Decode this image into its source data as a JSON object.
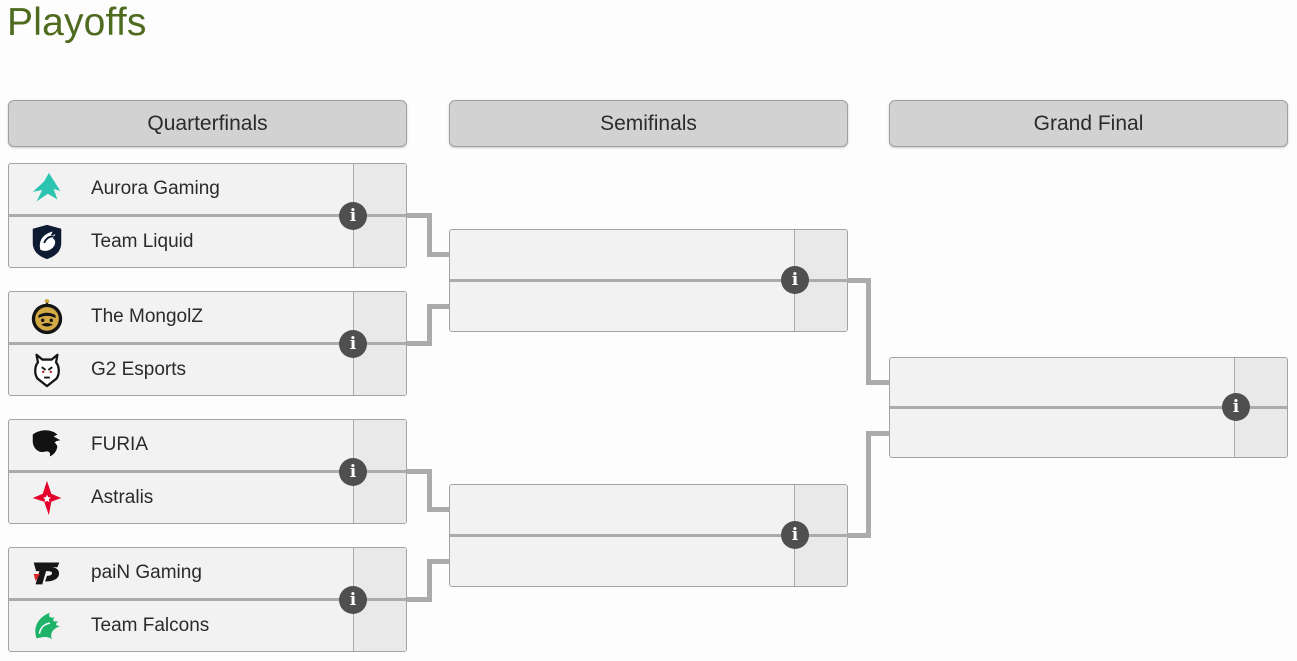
{
  "page": {
    "title": "Playoffs"
  },
  "columns": [
    {
      "label": "Quarterfinals"
    },
    {
      "label": "Semifinals"
    },
    {
      "label": "Grand Final"
    }
  ],
  "bracket": {
    "quarterfinals": [
      {
        "top": {
          "name": "Aurora Gaming",
          "score": "",
          "logo": "aurora-gaming-logo"
        },
        "bottom": {
          "name": "Team Liquid",
          "score": "",
          "logo": "team-liquid-logo"
        }
      },
      {
        "top": {
          "name": "The MongolZ",
          "score": "",
          "logo": "the-mongolz-logo"
        },
        "bottom": {
          "name": "G2 Esports",
          "score": "",
          "logo": "g2-esports-logo"
        }
      },
      {
        "top": {
          "name": "FURIA",
          "score": "",
          "logo": "furia-logo"
        },
        "bottom": {
          "name": "Astralis",
          "score": "",
          "logo": "astralis-logo"
        }
      },
      {
        "top": {
          "name": "paiN Gaming",
          "score": "",
          "logo": "pain-gaming-logo"
        },
        "bottom": {
          "name": "Team Falcons",
          "score": "",
          "logo": "team-falcons-logo"
        }
      }
    ],
    "semifinals": [
      {
        "top": {
          "name": "",
          "score": ""
        },
        "bottom": {
          "name": "",
          "score": ""
        }
      },
      {
        "top": {
          "name": "",
          "score": ""
        },
        "bottom": {
          "name": "",
          "score": ""
        }
      }
    ],
    "grand_final": [
      {
        "top": {
          "name": "",
          "score": ""
        },
        "bottom": {
          "name": "",
          "score": ""
        }
      }
    ]
  },
  "icons": {
    "info_glyph": "i"
  },
  "colors": {
    "title_green": "#4e6b1f",
    "header_bg": "#d2d2d2",
    "match_bg": "#f2f2f2",
    "score_bg": "#e9e9e9",
    "connector_gray": "#ababab",
    "info_icon_bg": "#4f4f4f",
    "aurora_teal": "#2cc4b1",
    "liquid_navy": "#0e1b33",
    "mongolz_gold": "#d2a945",
    "g2_red": "#c0111f",
    "furia_black": "#111111",
    "astralis_red": "#e4012b",
    "pain_black": "#161616",
    "pain_red": "#e02424",
    "falcons_green": "#1fb269"
  }
}
